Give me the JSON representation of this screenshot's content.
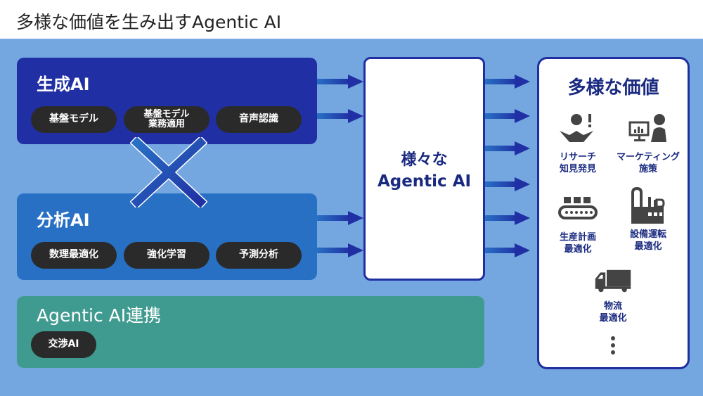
{
  "header": {
    "title": "多様な価値を生み出すAgentic AI"
  },
  "colors": {
    "background": "#74a6e0",
    "generative_panel": "#2030a4",
    "analytics_panel": "#2870c4",
    "agentic_panel": "#3f9a8f",
    "pill": "#2a2a2a",
    "navy_text": "#1a2a80"
  },
  "generative": {
    "title": "生成AI",
    "pills": [
      {
        "label": "基盤モデル"
      },
      {
        "label": "基盤モデル\n業務適用"
      },
      {
        "label": "音声認識"
      }
    ]
  },
  "analytics": {
    "title": "分析AI",
    "pills": [
      {
        "label": "数理最適化"
      },
      {
        "label": "強化学習"
      },
      {
        "label": "予測分析"
      }
    ]
  },
  "agentic_link": {
    "title": "Agentic AI連携",
    "pills": [
      {
        "label": "交渉AI"
      }
    ]
  },
  "center": {
    "line1": "様々な",
    "line2": "Agentic AI"
  },
  "values": {
    "title": "多様な価値",
    "items": [
      {
        "icon": "research-person-icon",
        "label": "リサーチ\n知見発見"
      },
      {
        "icon": "marketing-presentation-icon",
        "label": "マーケティング\n施策"
      },
      {
        "icon": "conveyor-belt-icon",
        "label": "生産計画\n最適化"
      },
      {
        "icon": "factory-icon",
        "label": "設備運転\n最適化"
      },
      {
        "icon": "truck-icon",
        "label": "物流\n最適化"
      }
    ],
    "more": "⋮"
  }
}
